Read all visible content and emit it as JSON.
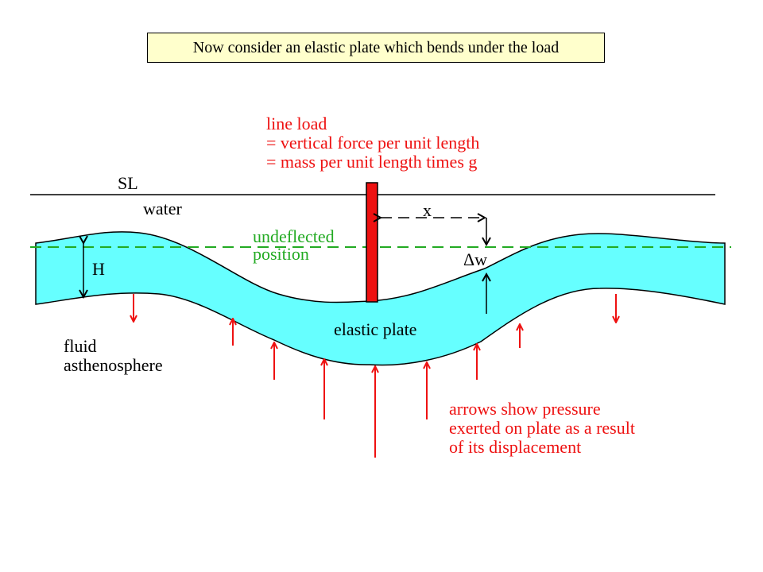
{
  "title": "Now consider an elastic plate which  bends under the load",
  "labels": {
    "line_load": [
      "line load",
      "= vertical force per unit length",
      "= mass per unit length times g"
    ],
    "sea_level": "SL",
    "water": "water",
    "undeflected": [
      "undeflected",
      "position"
    ],
    "plate_thickness": "H",
    "x": "x",
    "delta_w": "Δw",
    "elastic_plate": "elastic plate",
    "fluid": [
      "fluid",
      "asthenosphere"
    ],
    "pressure_note": [
      "arrows show pressure",
      "exerted on plate as a result",
      "of its displacement"
    ]
  },
  "colors": {
    "plate_fill": "#66ffff",
    "load_red": "#ee1111",
    "arrow_red": "#ee1111",
    "dashed_green": "#22aa22",
    "title_bg": "#ffffcc"
  }
}
